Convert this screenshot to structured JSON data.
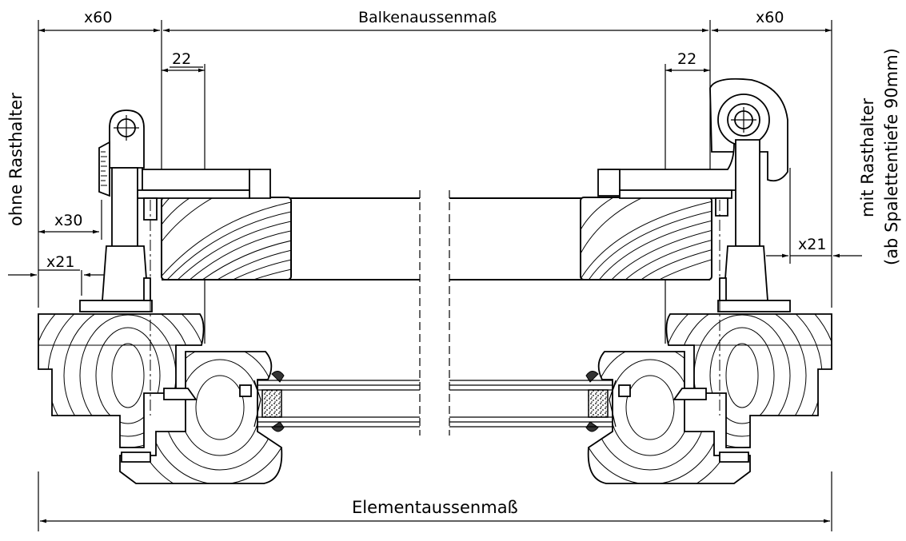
{
  "dimensions": {
    "top_left": "x60",
    "top_center": "Balkenaussenmaß",
    "top_right": "x60",
    "offset_left": "22",
    "offset_right": "22",
    "x30": "x30",
    "x21_left": "x21",
    "x21_right": "x21",
    "bottom": "Elementaussenmaß"
  },
  "side_labels": {
    "left": "ohne Rasthalter",
    "right_line1": "mit Rasthalter",
    "right_line2": "(ab Spalettentiefe 90mm)"
  }
}
